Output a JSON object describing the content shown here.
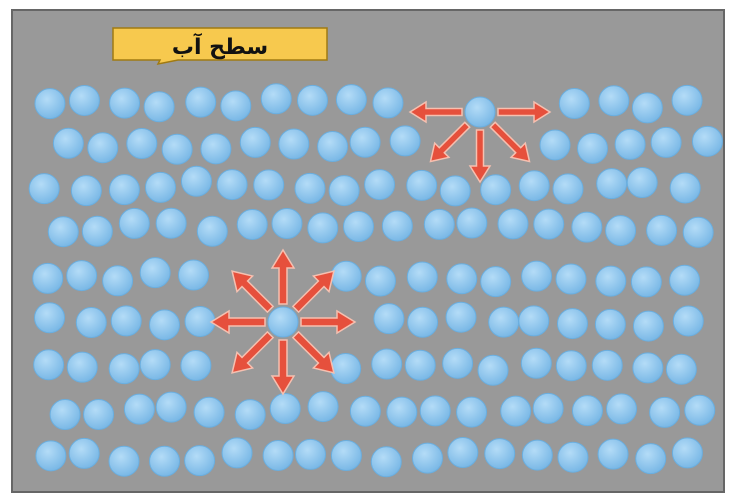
{
  "surface_label": "سطح آب",
  "colors": {
    "background": "#999999",
    "frame": "#666666",
    "molecule_fill": "#8ec5ec",
    "molecule_stroke": "#6aaedf",
    "callout_fill": "#f7c94e",
    "callout_stroke": "#a07a12",
    "arrow_fill": "#e6503c",
    "arrow_stroke": "#f6c0b0"
  },
  "icons": {
    "molecule": "circle",
    "force-arrow": "arrow"
  },
  "arrow_groups": [
    {
      "name": "surface-molecule-forces",
      "directions": [
        "left",
        "right",
        "down-left",
        "down",
        "down-right"
      ]
    },
    {
      "name": "interior-molecule-forces",
      "directions": [
        "up",
        "up-right",
        "right",
        "down-right",
        "down",
        "down-left",
        "left",
        "up-left"
      ]
    }
  ]
}
